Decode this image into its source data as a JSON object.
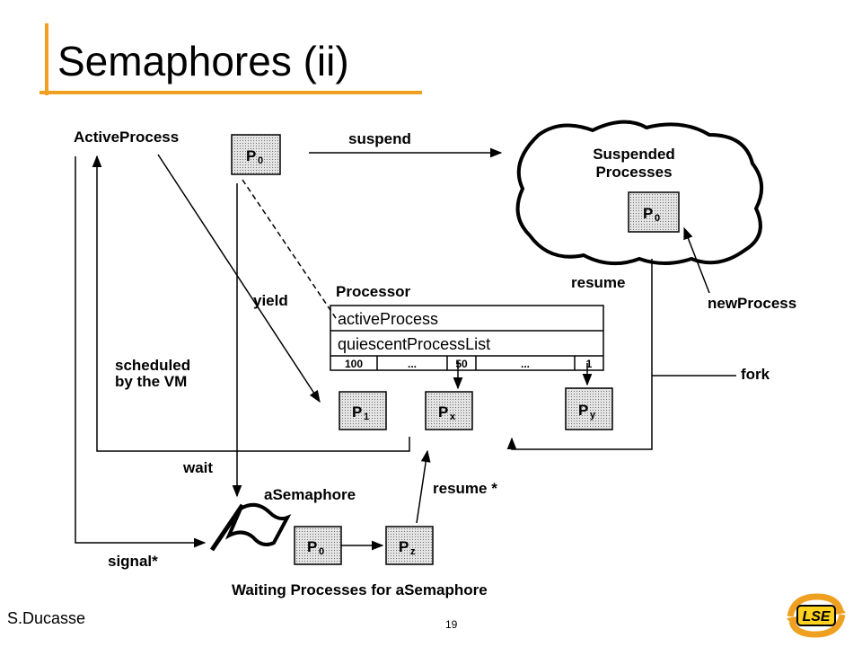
{
  "slide": {
    "title": "Semaphores (ii)",
    "author": "S.Ducasse",
    "page_number": "19",
    "accent_color": "#f0a020"
  },
  "diagram": {
    "labels": {
      "active_process": "ActiveProcess",
      "suspend": "suspend",
      "suspended_processes_line1": "Suspended",
      "suspended_processes_line2": "Processes",
      "yield": "yield",
      "processor": "Processor",
      "resume": "resume",
      "new_process": "newProcess",
      "scheduled_line1": "scheduled",
      "scheduled_line2": "by the VM",
      "fork": "fork",
      "wait": "wait",
      "a_semaphore": "aSemaphore",
      "resume_star": "resume *",
      "signal_star": "signal*",
      "waiting_processes": "Waiting Processes for aSemaphore"
    },
    "processor_table": {
      "row1": "activeProcess",
      "row2": "quiescentProcessList",
      "priorities": [
        "100",
        "...",
        "50",
        "...",
        "1"
      ]
    },
    "process_boxes": {
      "p0": {
        "name": "P",
        "sub": "0"
      },
      "p1": {
        "name": "P",
        "sub": "1"
      },
      "px": {
        "name": "P",
        "sub": "x"
      },
      "py": {
        "name": "P",
        "sub": "y"
      },
      "pz": {
        "name": "P",
        "sub": "z"
      }
    },
    "logo_text": "LSE"
  }
}
